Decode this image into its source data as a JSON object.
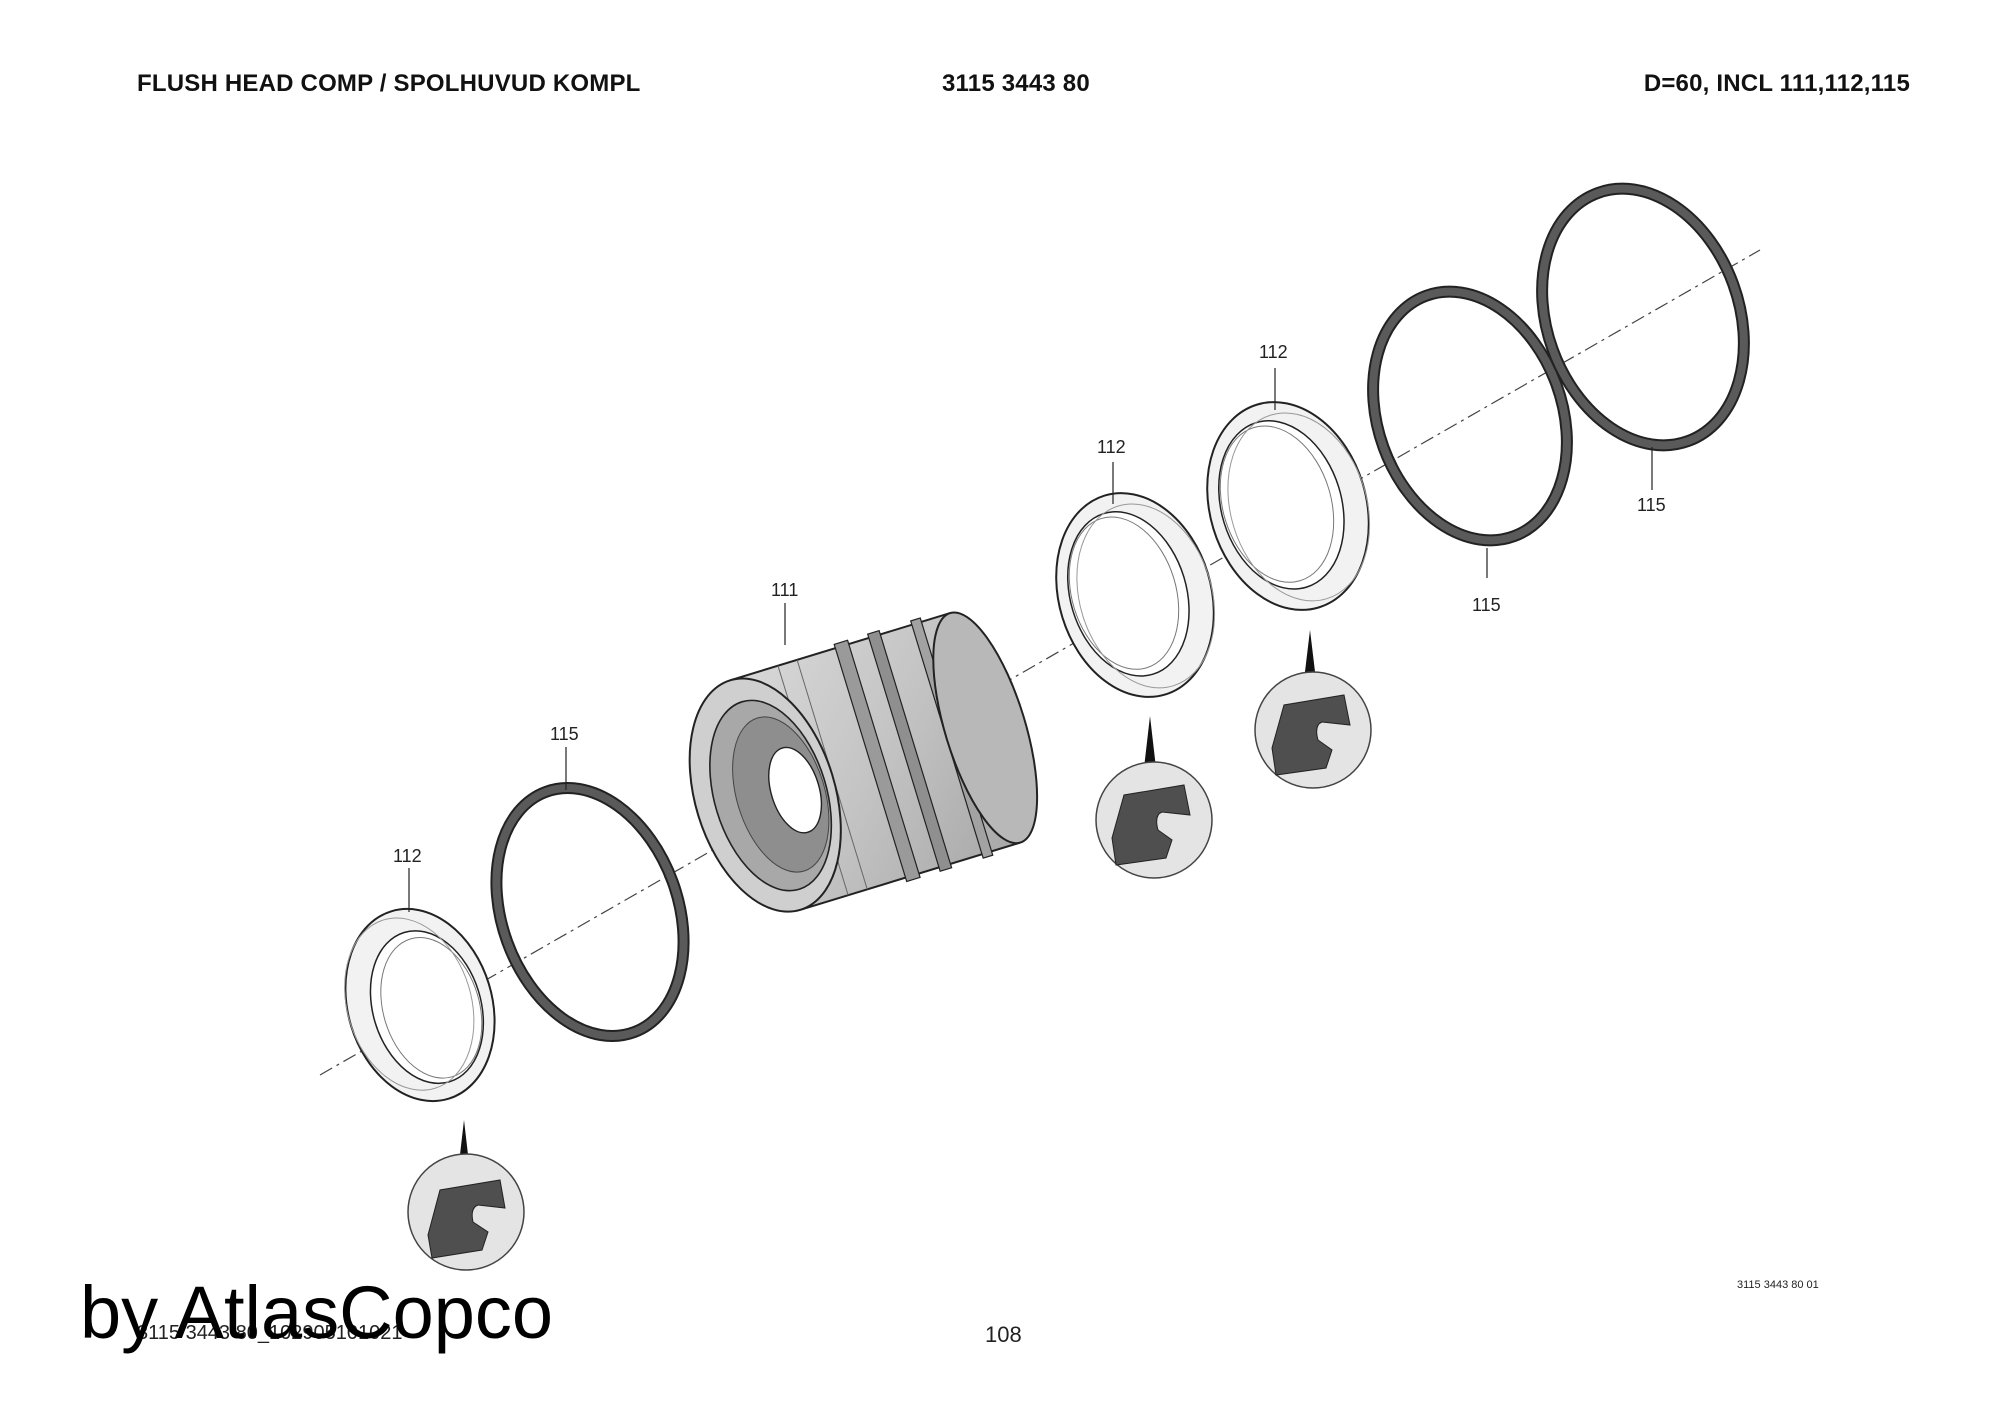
{
  "header": {
    "title": "FLUSH HEAD COMP / SPOLHUVUD KOMPL",
    "part_number": "3115 3443 80",
    "spec": "D=60, INCL 111,112,115"
  },
  "callouts": {
    "c111": "111",
    "c112_left": "112",
    "c115_left": "115",
    "c112_mid": "112",
    "c112_right": "112",
    "c115_mid": "115",
    "c115_right": "115"
  },
  "footer": {
    "doc_id": "3115 3443 80_102905101021",
    "page": "108",
    "drawing_ref": "3115 3443 80 01"
  },
  "watermark": "by AtlasCopco",
  "colors": {
    "background": "#ffffff",
    "seal_dark": "#555555",
    "body_gray": "#c9c9c9",
    "line": "#222222"
  }
}
